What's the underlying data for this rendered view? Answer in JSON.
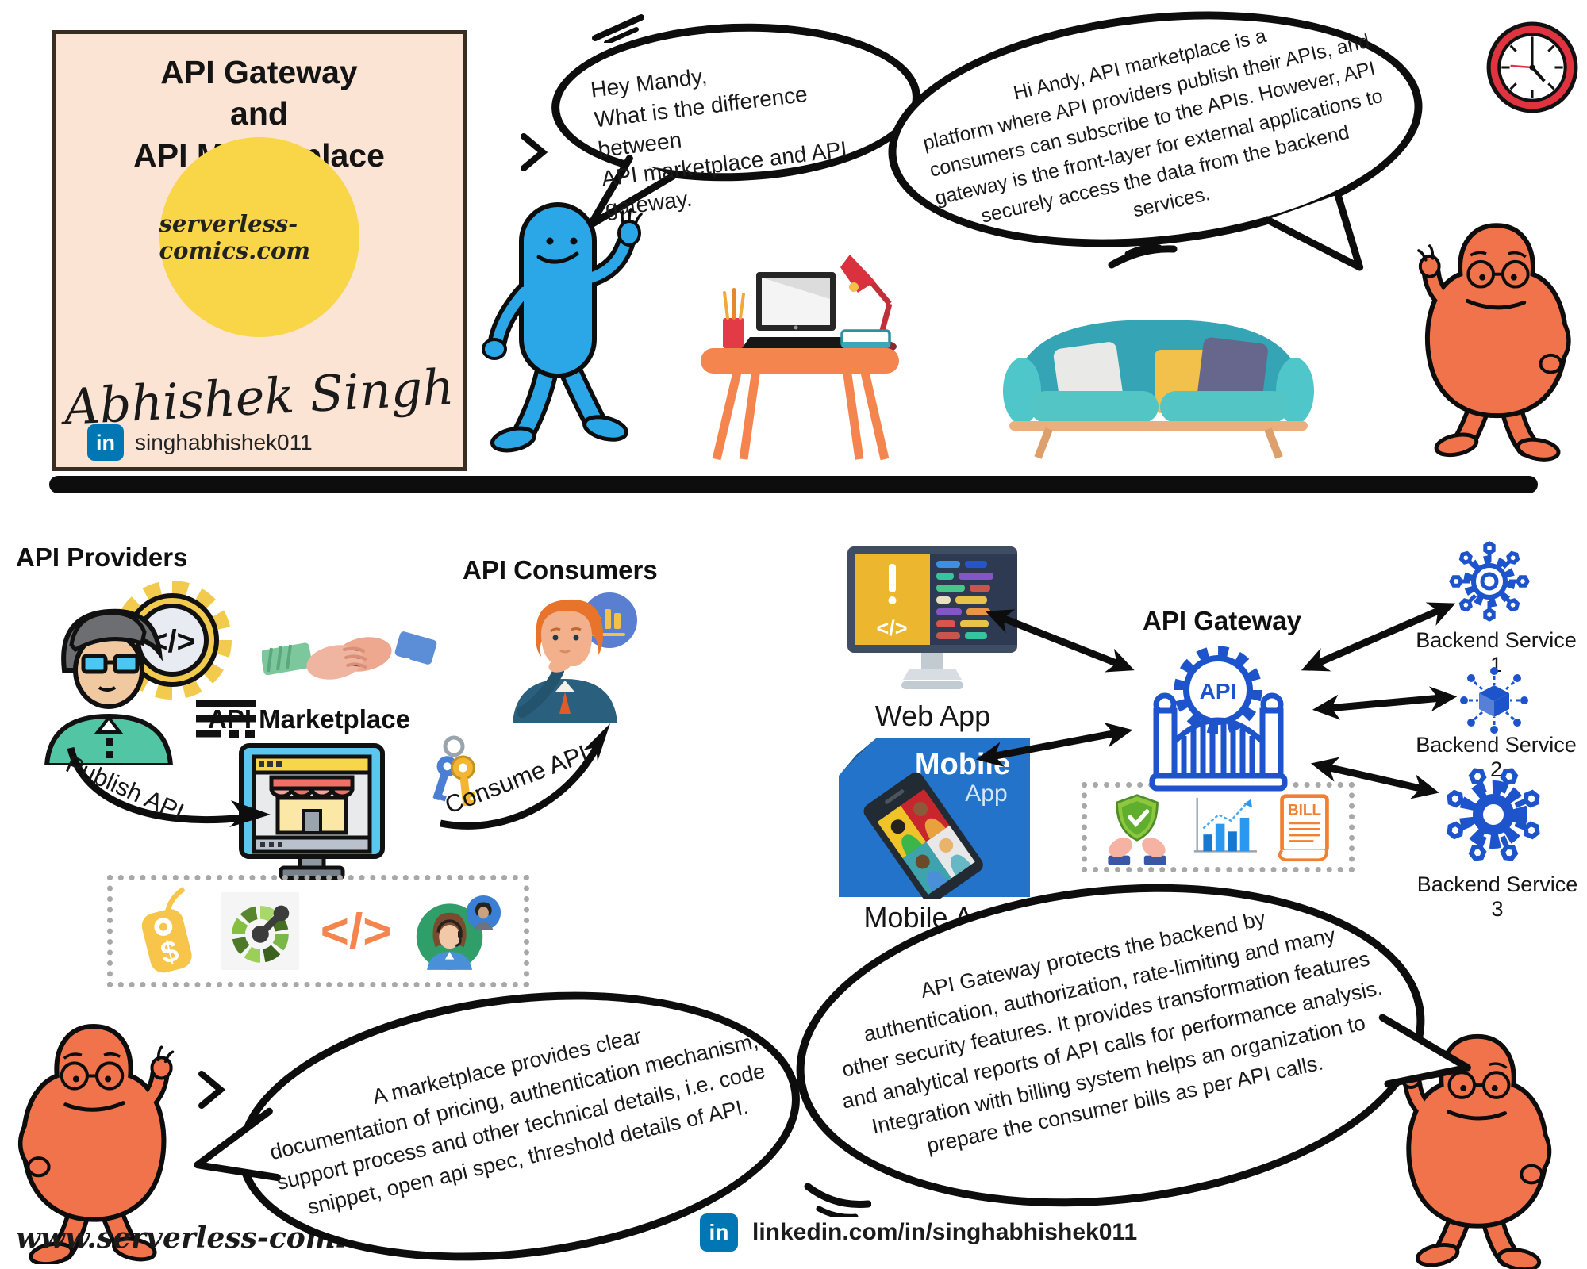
{
  "colors": {
    "card_bg": "#FCE4D4",
    "circle_yellow": "#F8D648",
    "character_blue": "#2BA7E8",
    "character_orange": "#F0734C",
    "gateway_blue": "#1D54CB",
    "linkedin_blue": "#0077B5",
    "desk_orange": "#F5854E",
    "couch_teal": "#35A4B5",
    "clock_red": "#E03340"
  },
  "title_card": {
    "title": "API Gateway\nand\nAPI Marketplace",
    "website": "serverless-comics.com",
    "signature": "Abhishek Singh",
    "linkedin_icon_text": "in",
    "linkedin_handle": "singhabhishek011"
  },
  "top_scene": {
    "bubble_question": "Hey Mandy,\nWhat is the difference between\nAPI marketplace and API gateway.",
    "bubble_answer": "Hi Andy, API marketplace is a\nplatform where API providers publish their APIs, and\nconsumers can subscribe to the APIs. However, API\ngateway is the  front-layer for external  applications to\nsecurely access the data from the backend\nservices."
  },
  "marketplace_section": {
    "providers_label": "API Providers",
    "marketplace_label": "API Marketplace",
    "consumers_label": "API Consumers",
    "publish_label": "Publish API",
    "consume_label": "Consume API",
    "tag_symbol": "$",
    "code_glyph": "</>",
    "bubble_note": "A marketplace provides clear\ndocumentation of pricing, authentication mechanism,\nsupport process and other technical details, i.e. code\nsnippet, open api  spec, threshold details of API."
  },
  "gateway_section": {
    "web_app_label": "Web App",
    "mobile_app_label": "Mobile App",
    "gateway_label": "API Gateway",
    "gateway_icon_text": "API",
    "mobile_icon_title": "Mobile",
    "mobile_icon_subtitle": "App",
    "web_icon_exclamation": "!",
    "web_icon_code": "</>",
    "bill_icon_text": "BILL",
    "backend_services": [
      "Backend Service 1",
      "Backend Service 2",
      "Backend Service 3"
    ],
    "bubble_note": "API Gateway protects the backend by\nauthentication, authorization, rate-limiting and many\nother security features. It provides transformation features\nand analytical reports of API calls for performance analysis.\nIntegration with billing system helps an organization to\nprepare  the consumer bills as per API calls."
  },
  "footer": {
    "website": "www.serverless-comics.com",
    "linkedin_icon_text": "in",
    "linkedin_url": "linkedin.com/in/singhabhishek011"
  },
  "icons": {
    "linkedin-icon": "in-badge",
    "wall-clock-icon": "red analog clock",
    "developer-icon": "person with gear and code",
    "handshake-icon": "two shaking hands",
    "storefront-icon": "shop inside monitor",
    "consumer-icon": "thinking businessman with chart bubble",
    "keys-icon": "two keys on ring",
    "price-tag-icon": "$ tag",
    "gauge-icon": "green dashboard gauge",
    "code-icon": "</>",
    "support-icon": "support agents",
    "web-app-icon": "monitor with code",
    "mobile-app-icon": "phone app tile",
    "api-gateway-icon": "gate with API gear",
    "shield-hands-icon": "hands holding shield",
    "analytics-icon": "bar chart with trend",
    "bill-icon": "BILL scroll",
    "gear-network-icon": "gear with hex nodes",
    "cube-network-icon": "cube with nodes",
    "gear-network-solid-icon": "solid gear with hex nodes"
  }
}
